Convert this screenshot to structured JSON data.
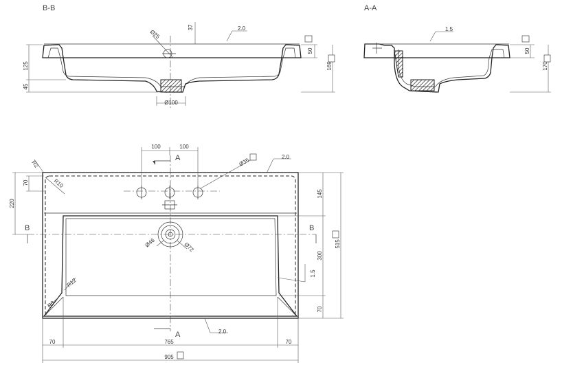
{
  "sections": {
    "bb": {
      "title": "B-B",
      "dims": {
        "depth_top": "37",
        "hole_dia": "Ø25",
        "wall_thickness": "2.0",
        "rim_height": "125",
        "drain_height": "45",
        "edge_height": "50",
        "total_height": "169",
        "drain_dia": "Ø100"
      }
    },
    "aa": {
      "title": "A-A",
      "dims": {
        "wall_thickness": "1.5",
        "edge_height": "50",
        "total_height": "170"
      }
    }
  },
  "plan": {
    "section_marks": {
      "a_top": "A",
      "a_bottom": "A",
      "b_left": "B",
      "b_right": "B"
    },
    "dims": {
      "hole_spacing_left": "100",
      "hole_spacing_right": "100",
      "tap_hole_dia": "Ø35",
      "wall_thickness_top": "2.0",
      "corner_radius": "R2",
      "hole_offset": "70",
      "hole_radius": "R10",
      "depth_to_basin": "220",
      "back_depth": "145",
      "basin_depth": "300",
      "front_depth": "70",
      "total_depth": "515",
      "drain_inner_dia": "Ø46",
      "drain_outer_dia": "Ø72",
      "basin_radius": "R12",
      "inner_radius": "R8",
      "wall_thickness_side": "1.5",
      "wall_thickness_bottom": "2.0",
      "left_margin": "70",
      "basin_width": "765",
      "right_margin": "70",
      "total_width": "905"
    }
  }
}
